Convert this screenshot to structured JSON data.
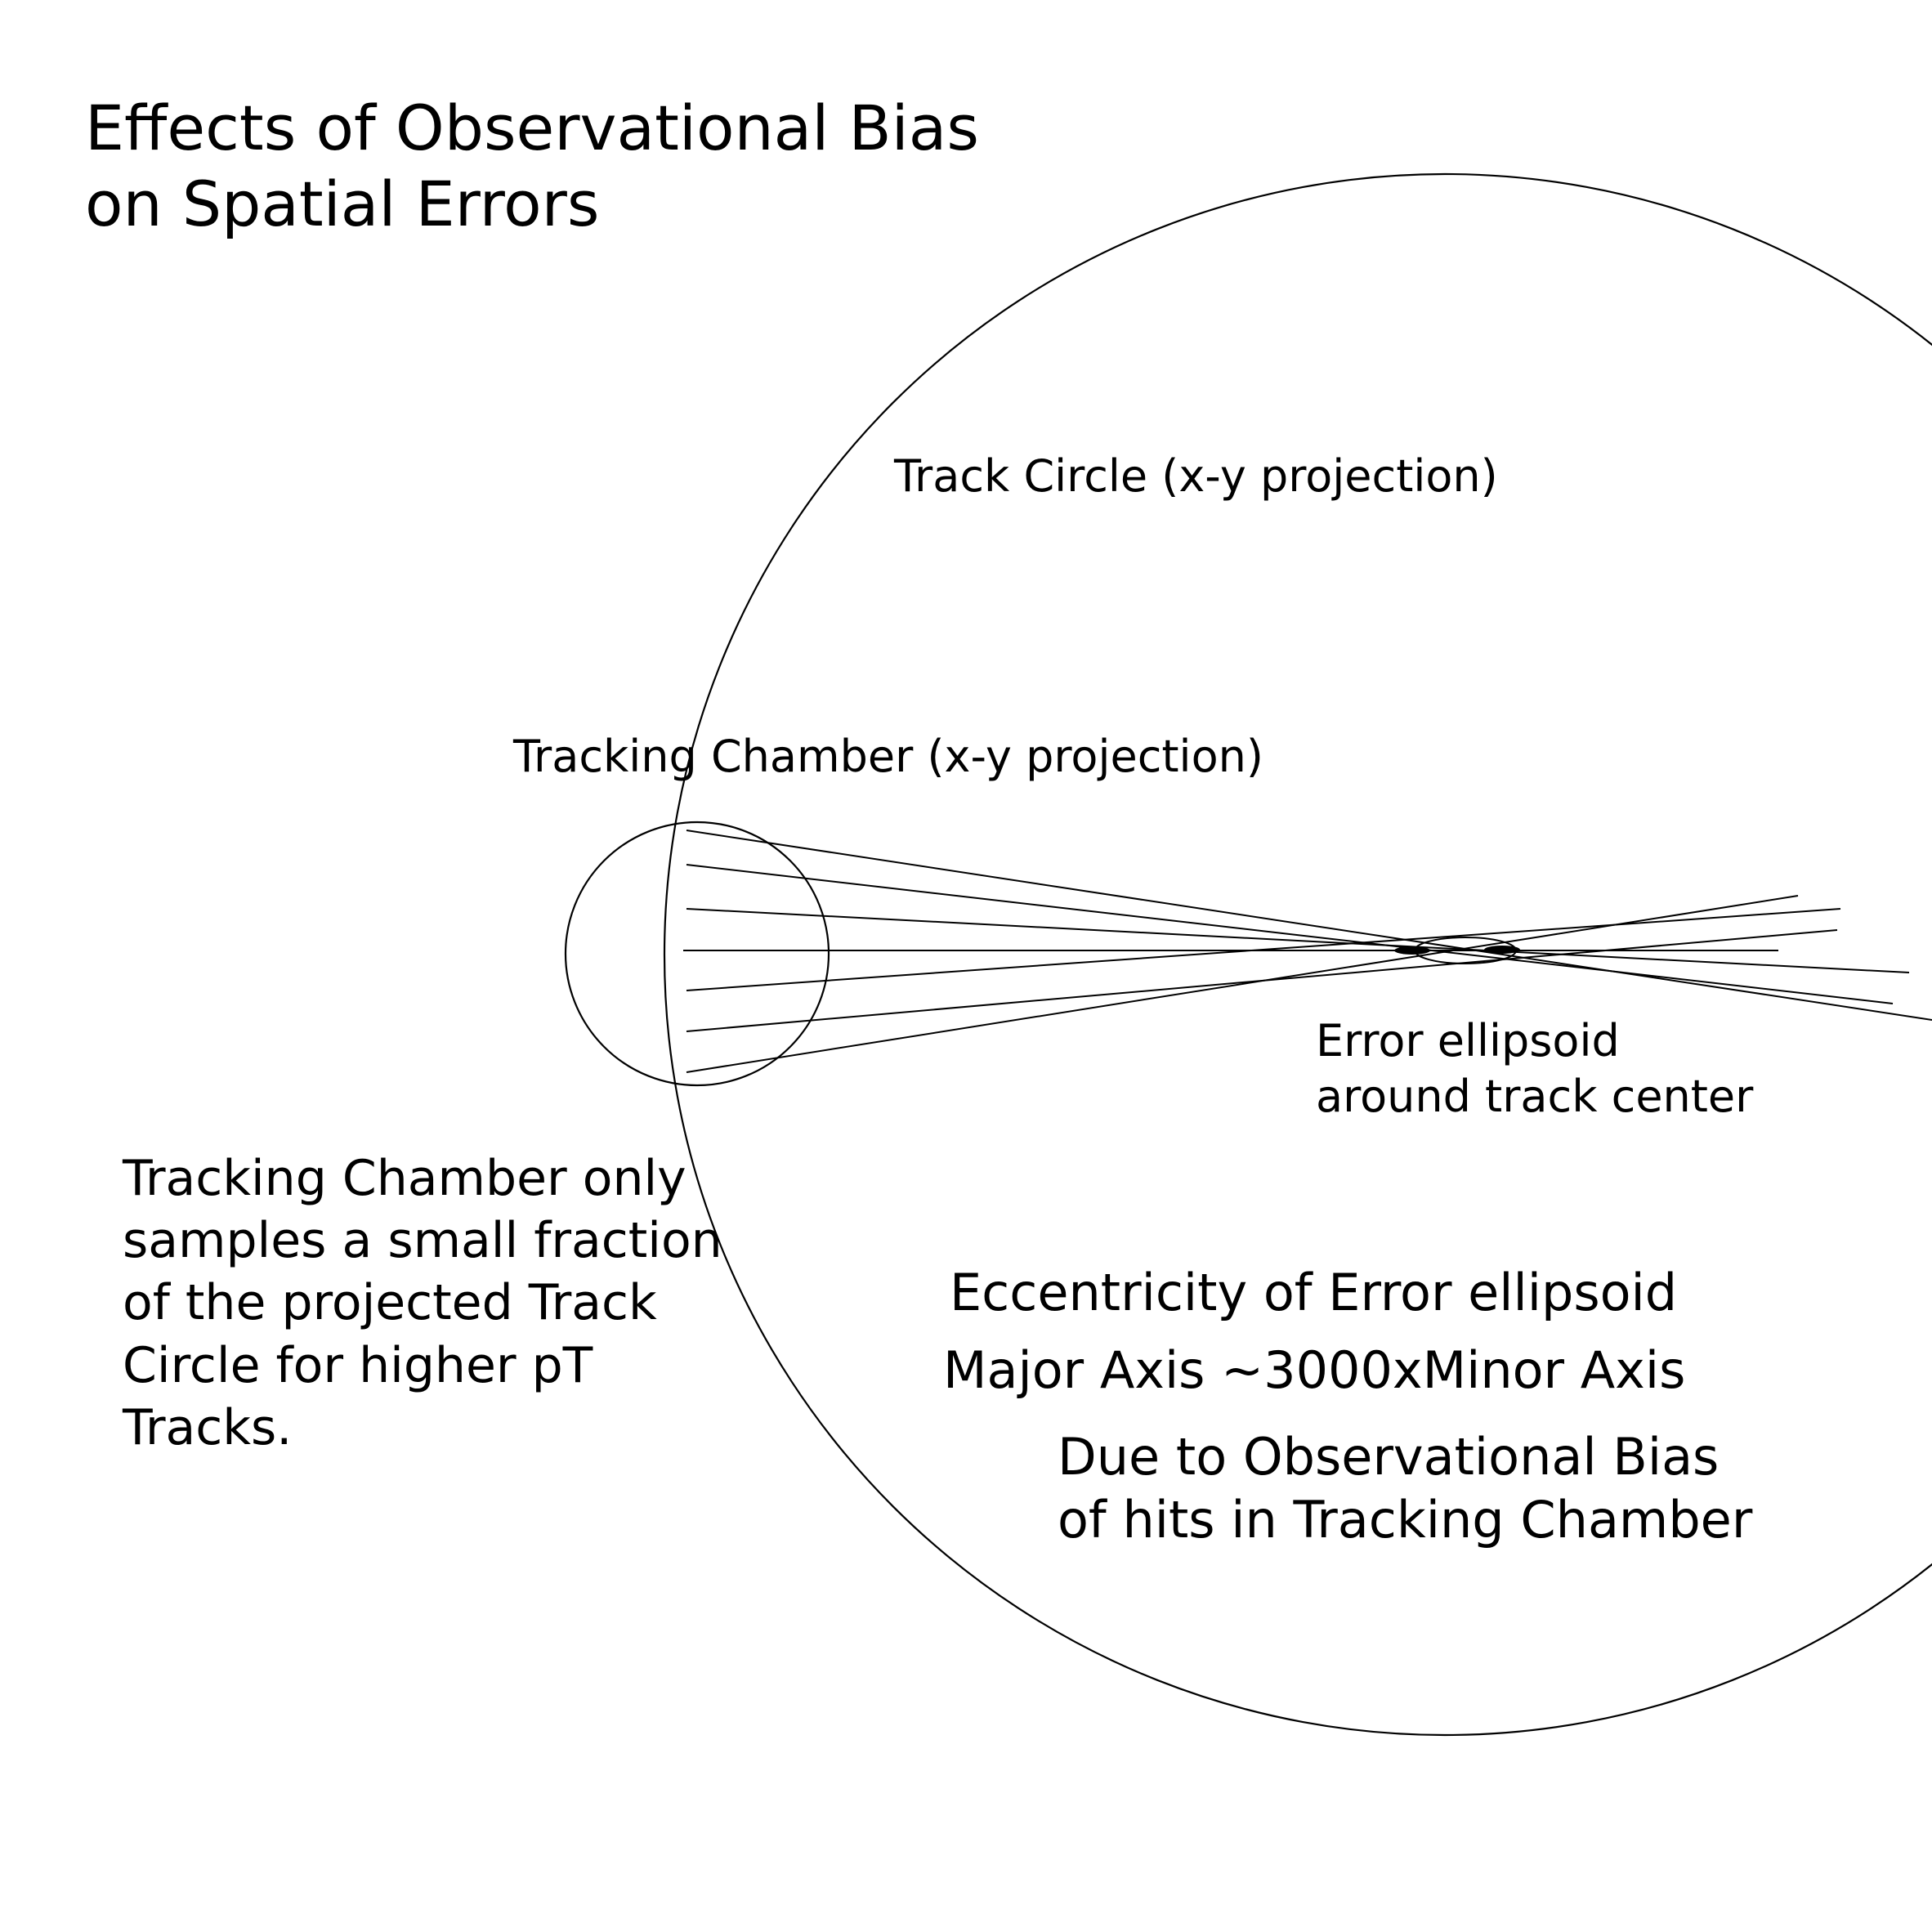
{
  "title": {
    "line1": "Effects of Observational Bias",
    "line2": "on Spatial Errors"
  },
  "labels": {
    "track_circle": "Track Circle (x-y projection)",
    "tracking_chamber": "Tracking Chamber (x-y projection)",
    "error_ellipsoid_line1": "Error ellipsoid",
    "error_ellipsoid_line2": "around track center",
    "sampling_note_lines": [
      "Tracking Chamber only",
      "samples a small fraction",
      "of the projected Track",
      "Circle for higher pT",
      "Tracks."
    ],
    "eccentricity": "Eccentricity of Error ellipsoid",
    "major_axis": "Major Axis ~3000xMinor Axis",
    "bias_line1": "Due to Observational Bias",
    "bias_line2": "of hits in Tracking Chamber"
  },
  "colors": {
    "line": "#000000",
    "background": "#ffffff"
  }
}
